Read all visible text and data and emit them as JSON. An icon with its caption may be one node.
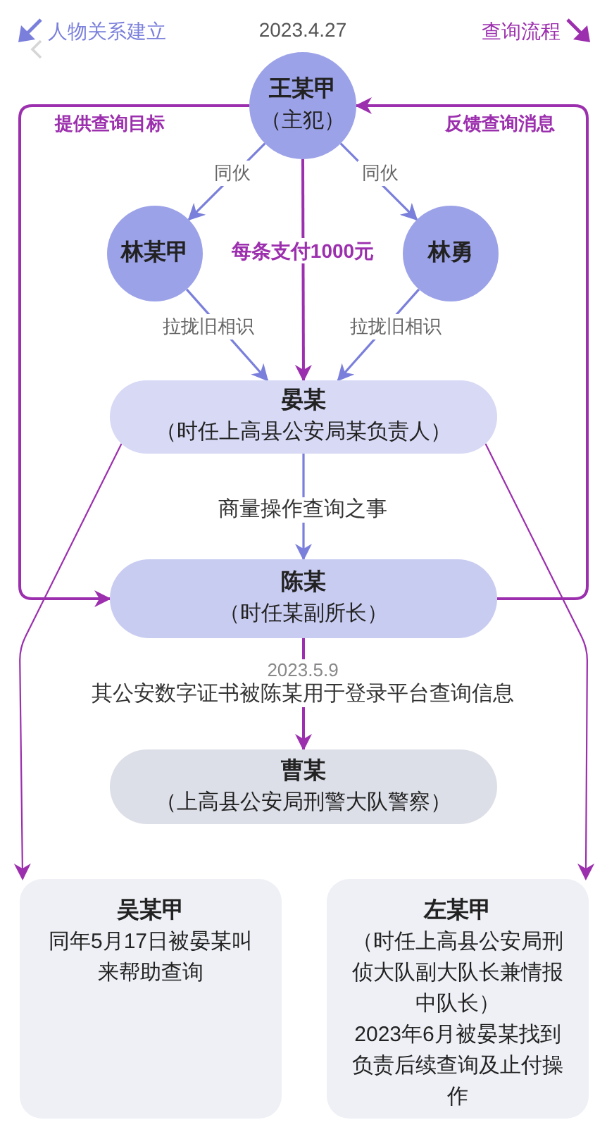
{
  "diagram": {
    "nodes": [
      {
        "text": [
          "王某甲",
          "（主犯）"
        ]
      },
      {
        "text": [
          "林某甲"
        ]
      },
      {
        "text": [
          "林勇"
        ]
      },
      {
        "text": [
          "晏某",
          "（时任上高县公安局某负责人）"
        ]
      },
      {
        "text": [
          "陈某",
          "（时任某副所长）"
        ]
      },
      {
        "text": [
          "曹某",
          "（上高县公安局刑警大队警察）"
        ]
      },
      {
        "text": [
          "吴某甲",
          "同年5月17日被晏某叫来帮助查询"
        ]
      },
      {
        "text": [
          "左某甲",
          "（时任上高县公安局刑侦大队副大队长兼情报中队长）",
          "2023年6月被晏某找到负责后续查询及止付操作"
        ]
      }
    ],
    "edges": [
      {
        "from": 0,
        "to": 1,
        "arrow": "to",
        "label": "同伙",
        "color": "#7a7fdb"
      },
      {
        "from": 0,
        "to": 2,
        "arrow": "to",
        "label": "同伙",
        "color": "#7a7fdb"
      },
      {
        "from": 0,
        "to": 3,
        "arrow": "to",
        "label": "每条支付1000元"
      },
      {
        "from": 1,
        "to": 3,
        "arrow": "to",
        "label": "拉拢旧相识",
        "color": "#7a7fdb"
      },
      {
        "from": 2,
        "to": 3,
        "arrow": "to",
        "label": "拉拢旧相识",
        "color": "#7a7fdb"
      },
      {
        "from": 0,
        "to": 4,
        "arrow": "to",
        "label": "提供查询目标"
      },
      {
        "from": 4,
        "to": 0,
        "arrow": "to",
        "label": "反馈查询消息"
      },
      {
        "from": 3,
        "to": 4,
        "arrow": "to",
        "label": "商量操作查询之事",
        "color": "#7a7fdb"
      },
      {
        "from": 4,
        "to": 5,
        "arrow": "to",
        "label": "其公安数字证书被陈某用于登录平台查询信息"
      },
      {
        "from": 3,
        "to": 6,
        "arrow": "to"
      },
      {
        "from": 3,
        "to": 7,
        "arrow": "to"
      }
    ],
    "labels": [
      "2023.4.27",
      "2023.5.9"
    ],
    "legend": [
      {
        "text": "人物关系建立"
      },
      {
        "text": "查询流程"
      }
    ]
  }
}
